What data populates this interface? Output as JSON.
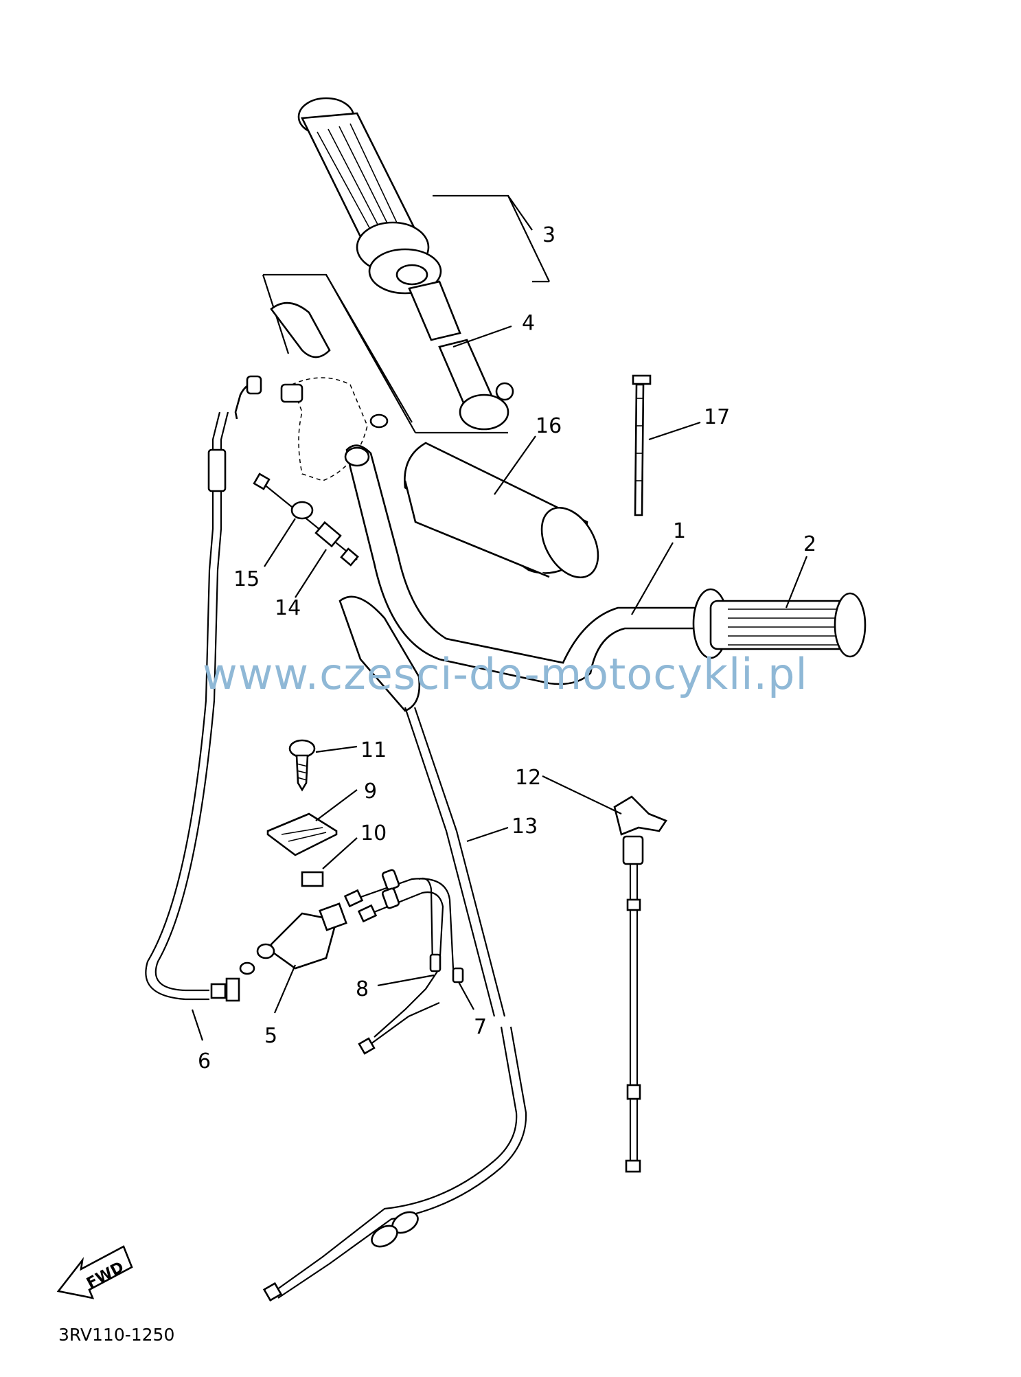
{
  "callouts": {
    "c1": "1",
    "c2": "2",
    "c3": "3",
    "c4": "4",
    "c5": "5",
    "c6": "6",
    "c7": "7",
    "c8": "8",
    "c9": "9",
    "c10": "10",
    "c11": "11",
    "c12": "12",
    "c13": "13",
    "c14": "14",
    "c15": "15",
    "c16": "16",
    "c17": "17"
  },
  "watermark": "www.czesci-do-motocykli.pl",
  "fwd_label": "FWD",
  "diagram_code": "3RV110-1250"
}
